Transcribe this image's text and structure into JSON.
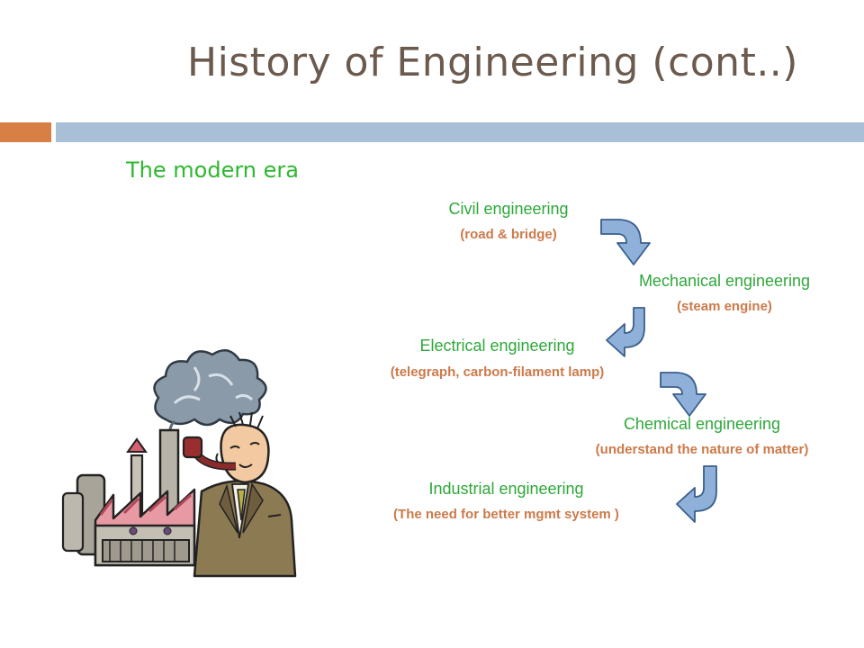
{
  "slide": {
    "title": "History of Engineering (cont..)",
    "subtitle": "The modern era"
  },
  "steps": [
    {
      "name": "Civil engineering",
      "detail": "(road & bridge)"
    },
    {
      "name": "Mechanical engineering",
      "detail": "(steam engine)"
    },
    {
      "name": "Electrical engineering",
      "detail": "(telegraph, carbon-filament lamp)"
    },
    {
      "name": "Chemical engineering",
      "detail": "(understand the nature of matter)"
    },
    {
      "name": "Industrial engineering",
      "detail": "(The need for better mgmt system )"
    }
  ],
  "colors": {
    "title": "#6b5a4d",
    "accent_orange": "#d77f45",
    "accent_blue": "#a9bfd6",
    "engineering_green": "#2ea83a",
    "detail_orange": "#cc7a4a",
    "arrow_fill": "#8fb0d8",
    "arrow_stroke": "#3a5f8c"
  },
  "illustration": {
    "icon": "factory-man-clipart-icon"
  }
}
